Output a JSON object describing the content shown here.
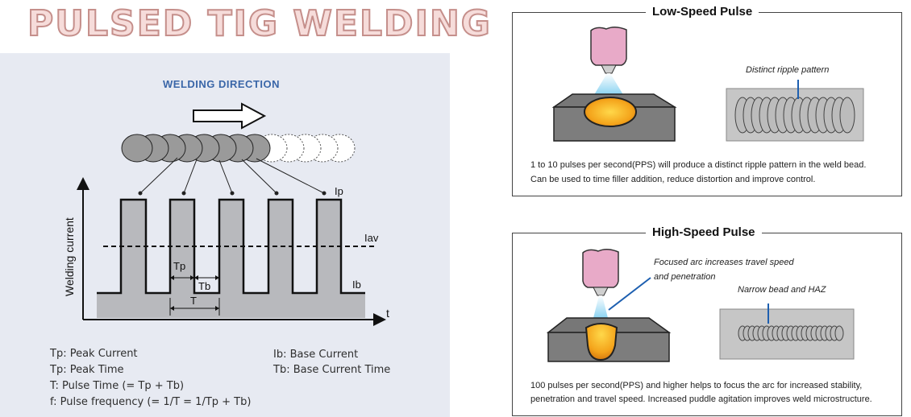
{
  "title": "PULSED TIG WELDING",
  "left": {
    "direction_label": "WELDING DIRECTION",
    "axis_y_label": "Welding current",
    "axis_x_label": "t",
    "labels": {
      "ip": "Ip",
      "iav": "Iav",
      "ib": "Ib",
      "tp": "Tp",
      "tb": "Tb",
      "t": "T"
    },
    "legend_left": [
      "Tp: Peak Current",
      "Tp: Peak Time",
      "T: Pulse Time (= Tp + Tb)",
      "f: Pulse frequency (= 1/T = 1/Tp + Tb)"
    ],
    "legend_right": [
      "Ib: Base Current",
      "Tb: Base Current Time"
    ]
  },
  "low": {
    "title": "Low-Speed Pulse",
    "ripple_note": "Distinct ripple pattern",
    "desc_lines": [
      "1 to 10 pulses per second(PPS) will produce a distinct ripple pattern in the weld bead.",
      "Can be used to time filler addition, reduce distortion and improve control."
    ]
  },
  "high": {
    "title": "High-Speed Pulse",
    "arc_note_lines": [
      "Focused arc increases travel speed",
      "and penetration"
    ],
    "bead_note": "Narrow bead and HAZ",
    "desc_lines": [
      "100 pulses per second(PPS) and higher helps to focus the arc for increased stability,",
      "penetration and travel speed. Increased puddle agitation improves weld microstructure."
    ]
  },
  "colors": {
    "title_fill": "#f6dcda",
    "title_stroke": "#c58f8b",
    "panel_bg": "#e7eaf2",
    "direction_text": "#3a66a8",
    "puddle": "#f2a51c",
    "nozzle": "#e8aac8"
  }
}
